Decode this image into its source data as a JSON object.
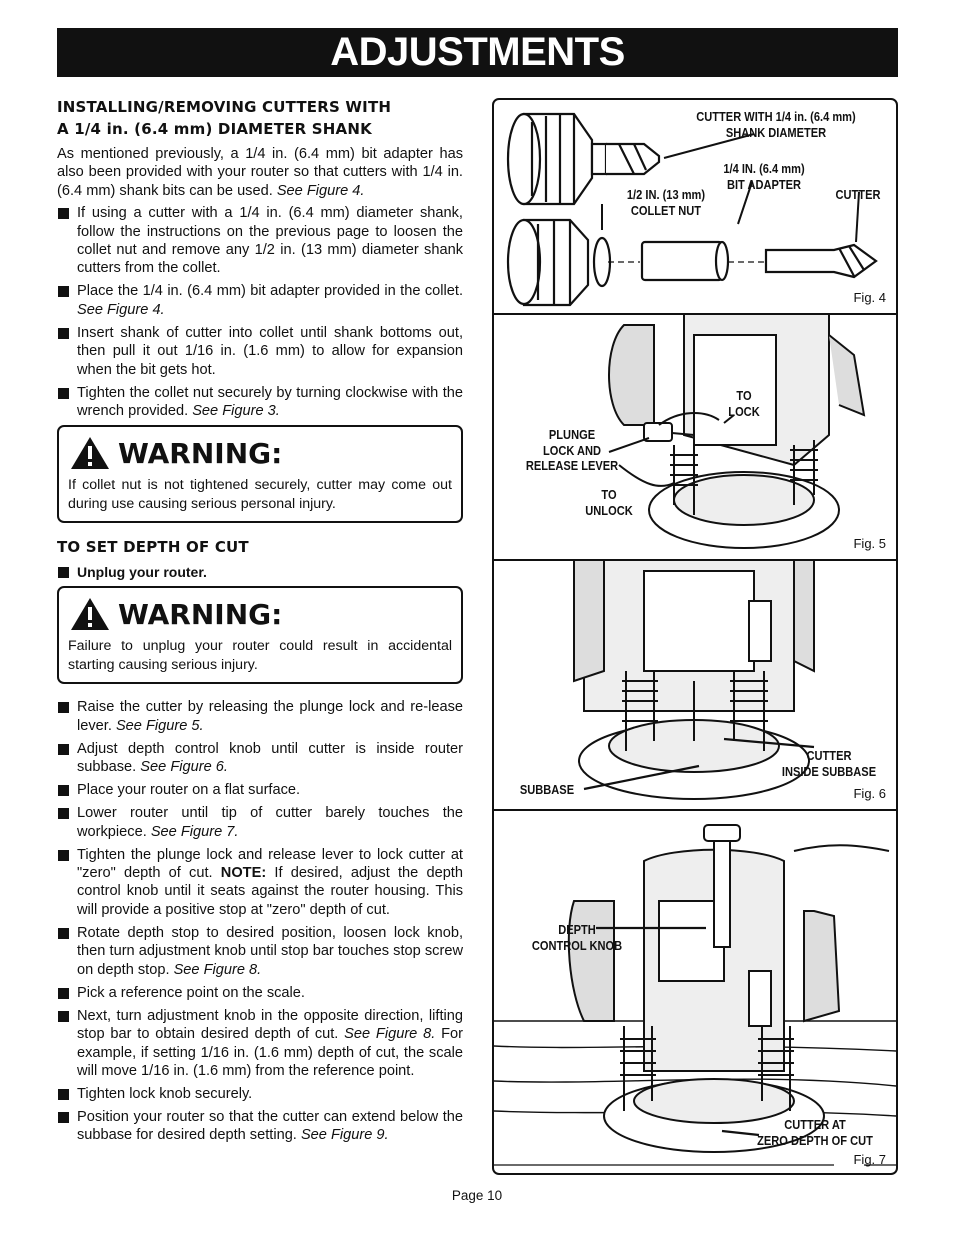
{
  "title": "ADJUSTMENTS",
  "section1": {
    "heading_line1": "INSTALLING/REMOVING CUTTERS WITH",
    "heading_line2": "A 1/4 in. (6.4 mm) DIAMETER SHANK",
    "intro": "As mentioned previously, a 1/4 in. (6.4 mm) bit adapter has also been provided with your router so that cutters with 1/4 in. (6.4 mm) shank bits can be used.",
    "intro_ref": "See Figure 4.",
    "bullets": [
      {
        "text": "If using a cutter with a 1/4 in. (6.4 mm) diameter shank, follow the instructions on the previous page to loosen the collet nut and remove any 1/2 in. (13 mm) diameter shank cutters from the collet.",
        "ref": ""
      },
      {
        "text": "Place the 1/4 in. (6.4 mm) bit adapter provided in the collet.",
        "ref": "See Figure 4."
      },
      {
        "text": "Insert shank of cutter into collet until shank bottoms out, then pull it out 1/16 in. (1.6 mm) to allow for expansion when the bit gets hot.",
        "ref": ""
      },
      {
        "text": "Tighten the collet nut securely by turning clockwise with the wrench provided.",
        "ref": "See Figure 3."
      }
    ]
  },
  "warning1": {
    "label": "WARNING:",
    "text": "If collet nut is not tightened securely, cutter may come out during use causing serious personal injury."
  },
  "section2": {
    "heading": "TO SET DEPTH OF CUT",
    "first_bullet": "Unplug your router."
  },
  "warning2": {
    "label": "WARNING:",
    "text": "Failure to unplug your router could result in accidental starting causing serious injury."
  },
  "steps": [
    {
      "pre": "Raise the cutter by releasing the plunge lock and re-lease lever.",
      "ref": "See Figure 5.",
      "note_label": "",
      "post": ""
    },
    {
      "pre": "Adjust depth control knob until cutter is inside router subbase.",
      "ref": "See Figure 6.",
      "note_label": "",
      "post": ""
    },
    {
      "pre": "Place your router on a flat surface.",
      "ref": "",
      "note_label": "",
      "post": ""
    },
    {
      "pre": "Lower router until tip of cutter barely touches the workpiece.",
      "ref": "See Figure 7.",
      "note_label": "",
      "post": ""
    },
    {
      "pre": "Tighten the plunge lock and release lever to lock cutter at \"zero\" depth of cut.",
      "ref": "",
      "note_label": "NOTE:",
      "post": "If desired, adjust the depth control knob until it seats against the router housing. This will provide a positive stop at \"zero\" depth of cut."
    },
    {
      "pre": "Rotate depth stop to desired position, loosen lock knob, then turn adjustment knob until stop bar touches stop screw on depth stop.",
      "ref": "See Figure 8.",
      "note_label": "",
      "post": ""
    },
    {
      "pre": "Pick a reference point on the scale.",
      "ref": "",
      "note_label": "",
      "post": ""
    },
    {
      "pre": "Next, turn adjustment knob in the opposite direction, lifting stop bar to obtain desired depth of cut.",
      "ref": "See Figure 8.",
      "note_label": "",
      "post": "For example, if setting 1/16 in. (1.6 mm) depth of cut, the scale will move 1/16 in. (1.6 mm) from the reference point."
    },
    {
      "pre": "Tighten lock knob securely.",
      "ref": "",
      "note_label": "",
      "post": ""
    },
    {
      "pre": "Position your router so that the cutter can extend below the subbase for desired depth setting.",
      "ref": "See Figure 9.",
      "note_label": "",
      "post": ""
    }
  ],
  "figure4": {
    "caption": "Fig. 4",
    "label_cutter_shank_1": "CUTTER WITH 1/4 in. (6.4 mm)",
    "label_cutter_shank_2": "SHANK DIAMETER",
    "label_adapter_1": "1/4 IN. (6.4 mm)",
    "label_adapter_2": "BIT ADAPTER",
    "label_collet_1": "1/2 IN. (13 mm)",
    "label_collet_2": "COLLET NUT",
    "label_cutter": "CUTTER"
  },
  "figure5": {
    "caption": "Fig. 5",
    "label_lever_1": "PLUNGE",
    "label_lever_2": "LOCK AND",
    "label_lever_3": "RELEASE LEVER",
    "label_lock_1": "TO",
    "label_lock_2": "LOCK",
    "label_unlock_1": "TO",
    "label_unlock_2": "UNLOCK"
  },
  "figure6": {
    "caption": "Fig. 6",
    "label_subbase": "SUBBASE",
    "label_cutter_inside_1": "CUTTER",
    "label_cutter_inside_2": "INSIDE SUBBASE"
  },
  "figure7": {
    "caption": "Fig. 7",
    "label_depth_1": "DEPTH",
    "label_depth_2": "CONTROL KNOB",
    "label_zero_1": "CUTTER AT",
    "label_zero_2": "ZERO DEPTH OF CUT"
  },
  "page_number": "Page 10"
}
